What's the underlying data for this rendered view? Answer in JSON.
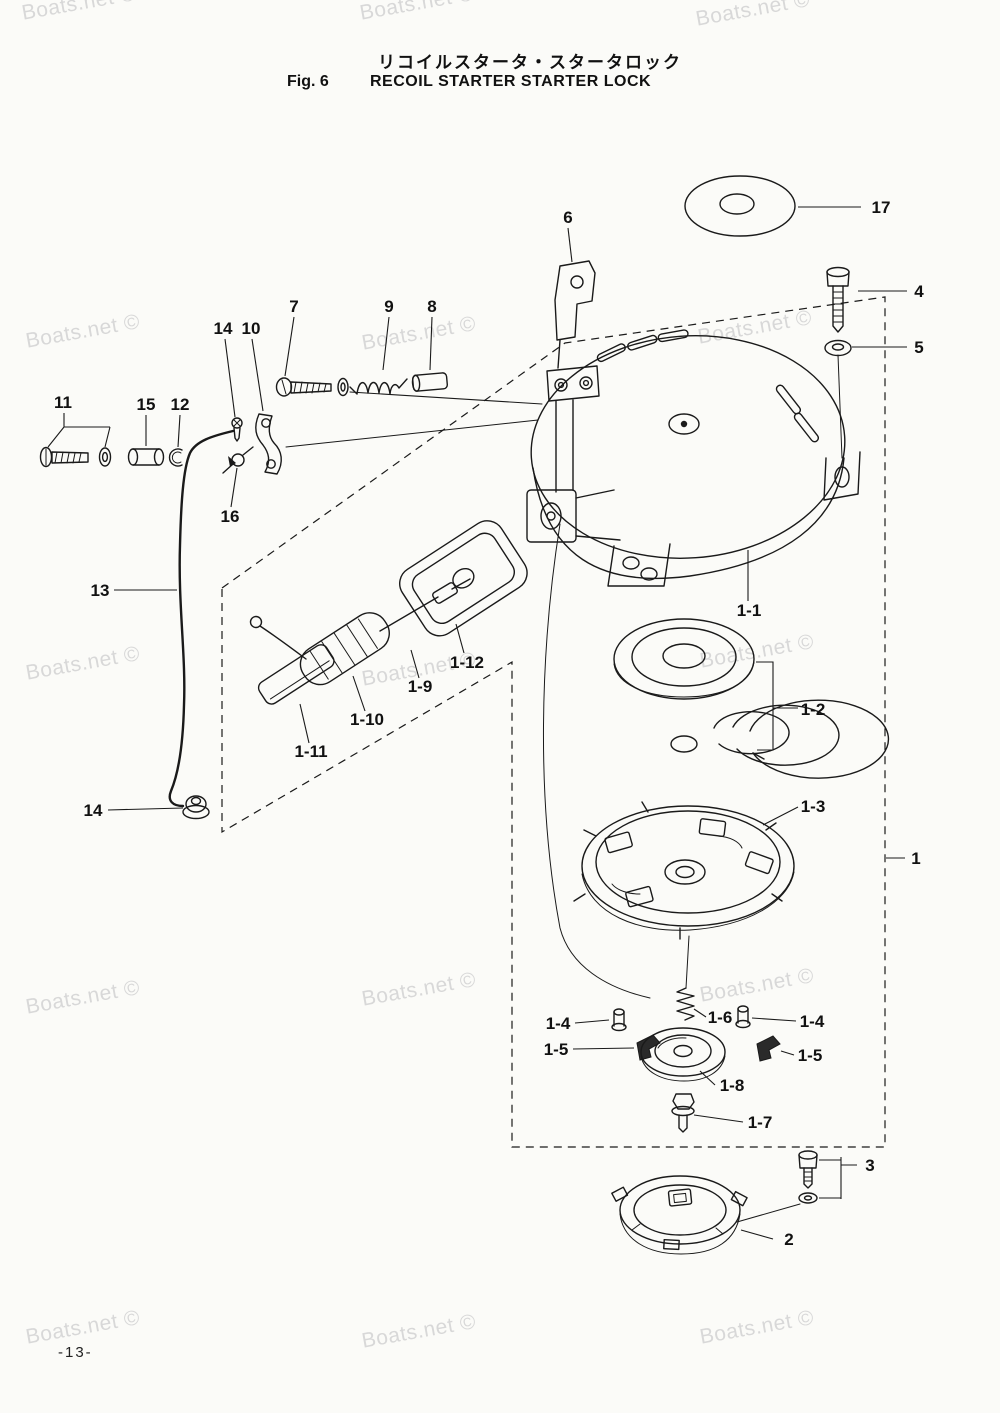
{
  "page": {
    "background": "#fbfbf8",
    "watermark_text": "Boats.net ©",
    "page_number": "-13-"
  },
  "header": {
    "title_jp": "リコイルスタータ・スタータロック",
    "fig_label": "Fig. 6",
    "title_en": "RECOIL STARTER STARTER LOCK"
  },
  "diagram": {
    "title": "Exploded parts diagram: recoil starter and starter lock",
    "labels": [
      {
        "text": "17"
      },
      {
        "text": "6"
      },
      {
        "text": "4"
      },
      {
        "text": "5"
      },
      {
        "text": "7"
      },
      {
        "text": "9"
      },
      {
        "text": "8"
      },
      {
        "text": "14"
      },
      {
        "text": "10"
      },
      {
        "text": "11"
      },
      {
        "text": "15"
      },
      {
        "text": "12"
      },
      {
        "text": "16"
      },
      {
        "text": "13"
      },
      {
        "text": "1-1"
      },
      {
        "text": "1-12"
      },
      {
        "text": "1-9"
      },
      {
        "text": "1-2"
      },
      {
        "text": "1-10"
      },
      {
        "text": "1-11"
      },
      {
        "text": "1-3"
      },
      {
        "text": "14"
      },
      {
        "text": "1"
      },
      {
        "text": "1-4"
      },
      {
        "text": "1-6"
      },
      {
        "text": "1-4"
      },
      {
        "text": "1-5"
      },
      {
        "text": "1-5"
      },
      {
        "text": "1-8"
      },
      {
        "text": "1-7"
      },
      {
        "text": "3"
      },
      {
        "text": "2"
      }
    ]
  }
}
